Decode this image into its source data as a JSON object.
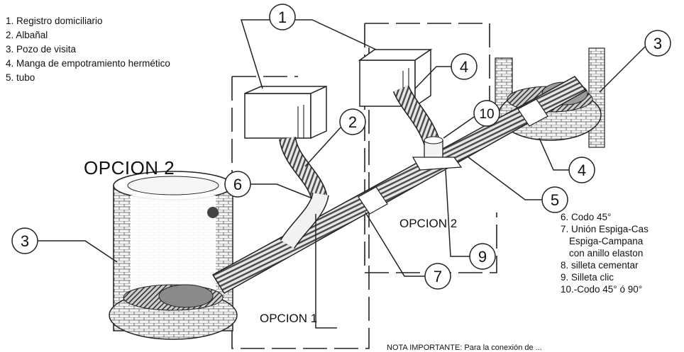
{
  "legend_top": [
    "1. Registro domiciliario",
    "2. Albañal",
    "3. Pozo de visita",
    "4. Manga de  empotramiento hermético",
    "5. tubo"
  ],
  "legend_bottom": [
    "6. Codo 45°",
    "7. Unión Espiga-Cas",
    "   Espiga-Campana",
    "   con anillo elaston",
    "8. silleta cementar",
    "9. Silleta clic",
    "10.-Codo 45° ó 90°"
  ],
  "titles": {
    "opcion2_big": "OPCION 2",
    "opcion1": "OPCION 1",
    "opcion2_small": "OPCION 2"
  },
  "callouts": [
    "1",
    "2",
    "3",
    "3",
    "4",
    "4",
    "5",
    "6",
    "7",
    "9",
    "10"
  ],
  "note": "NOTA IMPORTANTE: Para la conexión de ..."
}
